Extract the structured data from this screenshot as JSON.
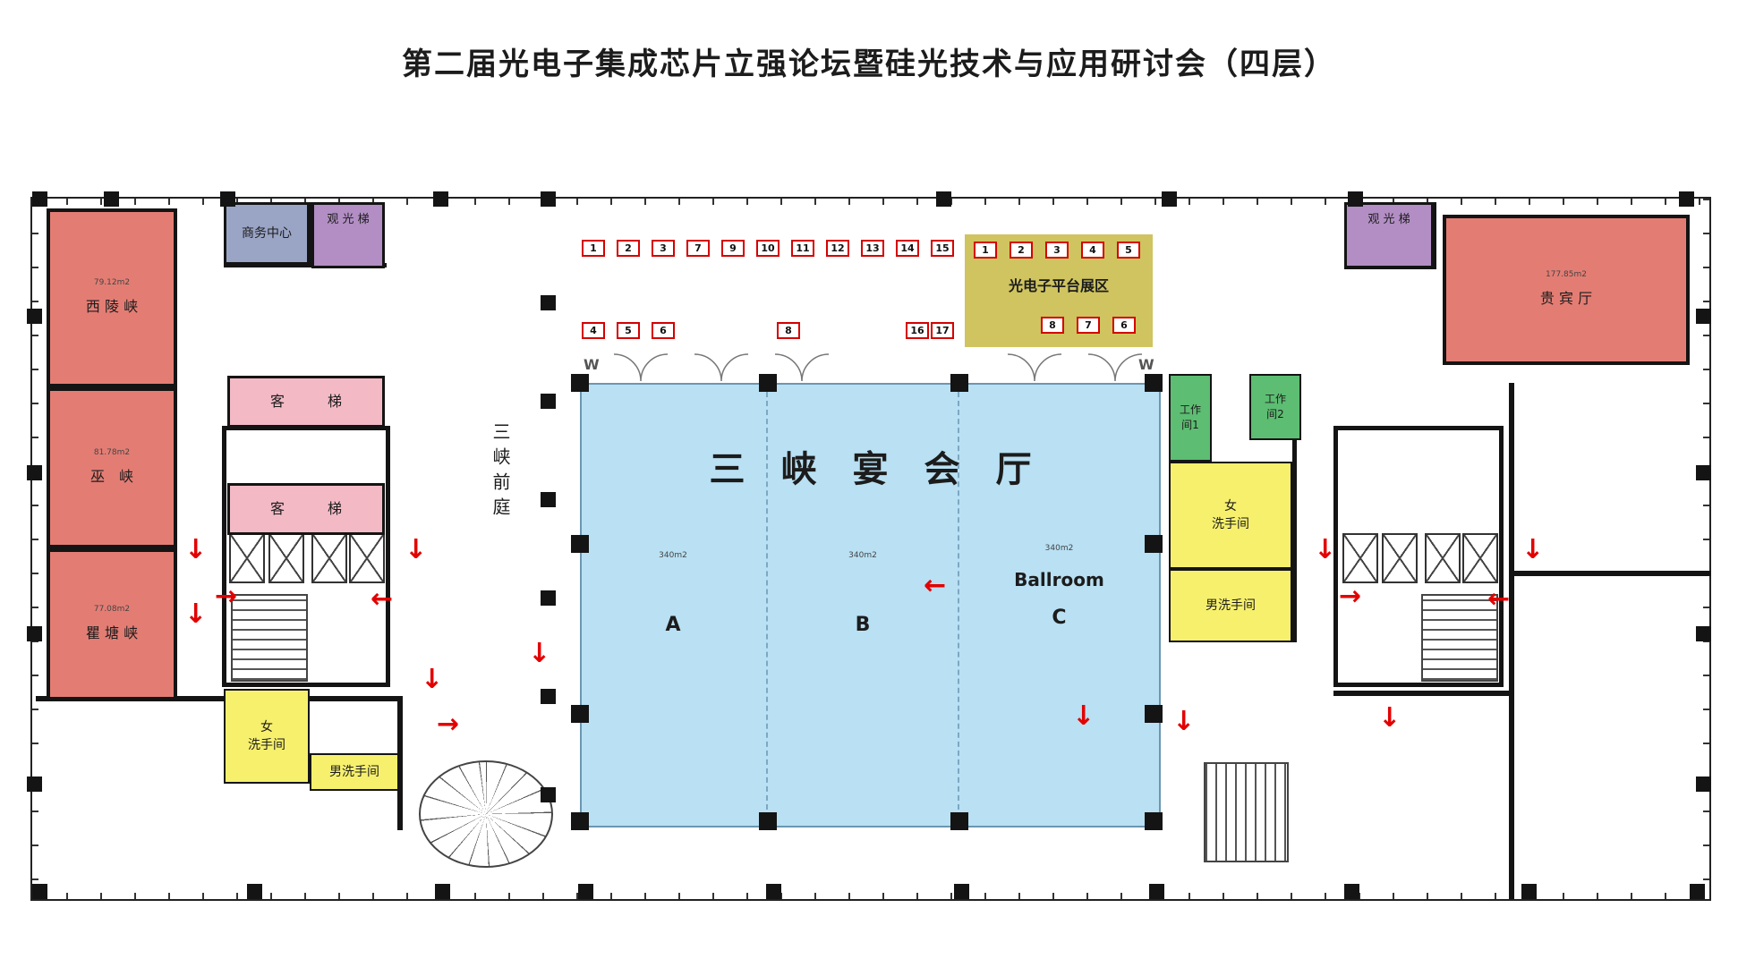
{
  "title": "第二届光电子集成芯片立强论坛暨硅光技术与应用研讨会（四层）",
  "icons": {
    "arrow_down": "↓",
    "arrow_up": "↑",
    "arrow_left": "←",
    "arrow_right": "→"
  },
  "marks": {
    "door_w_left": "W",
    "door_w_right": "W"
  },
  "colors": {
    "gorge_room_red": "#e37d74",
    "guest_elevator_pink": "#f3bac6",
    "sightseeing_elevator_purple": "#b28ec4",
    "business_center_bluegray": "#9aa4c5",
    "restroom_yellow": "#f7f06d",
    "workroom_green": "#5dbd72",
    "exhibit_zone_olive": "#cfc45f",
    "ballroom_blue": "#b9e0f3",
    "booth_border_red": "#d40000",
    "arrow_red": "#e30000"
  },
  "rooms": {
    "xiling_gorge": {
      "name": "西 陵 峡",
      "area": "79.12m2"
    },
    "wu_gorge": {
      "name": "巫　峡",
      "area": "81.78m2"
    },
    "qutang_gorge": {
      "name": "瞿 塘 峡",
      "area": "77.08m2"
    },
    "business_center": {
      "name": "商务中心"
    },
    "sightseeing_elevator_left": {
      "name": "观 光 梯"
    },
    "sightseeing_elevator_right": {
      "name": "观 光 梯"
    },
    "guest_elevator_upper": {
      "name": "客　　　梯"
    },
    "guest_elevator_lower": {
      "name": "客　　　梯"
    },
    "sanxia_foyer": {
      "name": "三峡前庭"
    },
    "womens_restroom_left": {
      "name": "女\n洗手间"
    },
    "mens_restroom_left": {
      "name": "男洗手间"
    },
    "workroom_1": {
      "name": "工作\n间1"
    },
    "workroom_2": {
      "name": "工作\n间2"
    },
    "womens_restroom_right": {
      "name": "女\n洗手间"
    },
    "mens_restroom_right": {
      "name": "男洗手间"
    },
    "vip_hall": {
      "name": "贵 宾 厅",
      "area": "177.85m2"
    }
  },
  "ballroom": {
    "title": "三　峡　宴　会　厅",
    "en_label": "Ballroom",
    "sections": [
      {
        "label": "A",
        "area": "340m2"
      },
      {
        "label": "B",
        "area": "340m2"
      },
      {
        "label": "C",
        "area": "340m2"
      }
    ]
  },
  "exhibition": {
    "zone_label": "光电子平台展区",
    "zone_booths_top": [
      "1",
      "2",
      "3",
      "4",
      "5"
    ],
    "zone_booths_bottom": [
      "8",
      "7",
      "6"
    ],
    "hall_booths_row1": [
      "1",
      "2",
      "3",
      "7",
      "9",
      "10",
      "11",
      "12",
      "13",
      "14",
      "15"
    ],
    "hall_booths_row2_left": [
      "4",
      "5",
      "6"
    ],
    "hall_booths_row2_mid": [
      "8"
    ],
    "hall_booths_row2_right": [
      "16",
      "17"
    ]
  }
}
